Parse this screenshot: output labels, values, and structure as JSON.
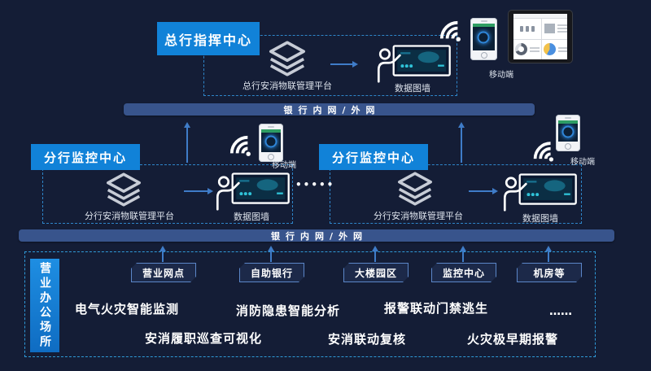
{
  "colors": {
    "background": "#141d36",
    "accent_blue": "#1182d8",
    "band_blue": "#38548c",
    "dashed_blue": "#2e86ca",
    "arrow_blue": "#3f7cc8"
  },
  "headquarters": {
    "title": "总行指挥中心",
    "platform_caption": "总行安消物联管理平台",
    "datawall_caption": "数据图墙",
    "mobile_caption": "移动端"
  },
  "network_band_label": "银行内网/外网",
  "branches": [
    {
      "title": "分行监控中心",
      "platform_caption": "分行安消物联管理平台",
      "datawall_caption": "数据图墙",
      "mobile_caption": "移动端"
    },
    {
      "title": "分行监控中心",
      "platform_caption": "分行安消物联管理平台",
      "datawall_caption": "数据图墙",
      "mobile_caption": "移动端"
    }
  ],
  "branches_ellipsis": "•••••",
  "premises": {
    "side_label": "营业办公场所",
    "tags": [
      "营业网点",
      "自助银行",
      "大楼园区",
      "监控中心",
      "机房等"
    ],
    "features_row1": [
      "电气火灾智能监测",
      "消防隐患智能分析",
      "报警联动门禁逃生"
    ],
    "features_ellipsis": "……",
    "features_row2": [
      "安消履职巡查可视化",
      "安消联动复核",
      "火灾极早期报警"
    ]
  }
}
